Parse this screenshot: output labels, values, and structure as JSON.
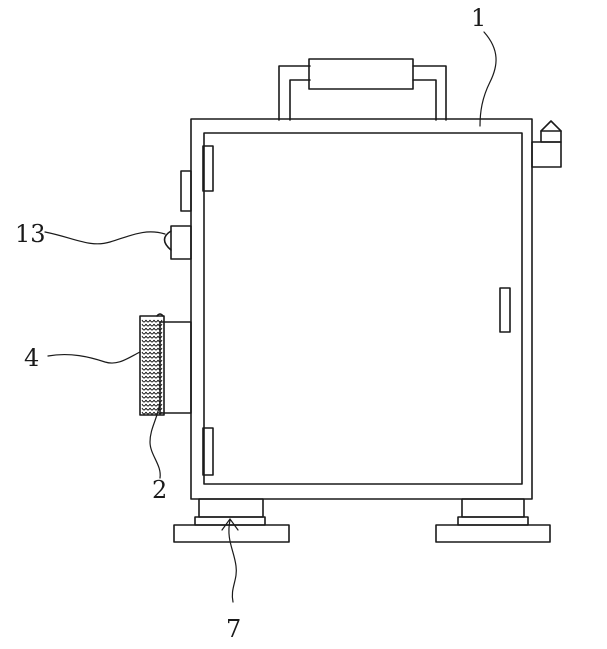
{
  "labels": {
    "housing": "1",
    "side_box": "2",
    "filter": "4",
    "foot": "7",
    "lamp": "13"
  },
  "colors": {
    "line": "#1a1a1a",
    "background": "#ffffff"
  }
}
